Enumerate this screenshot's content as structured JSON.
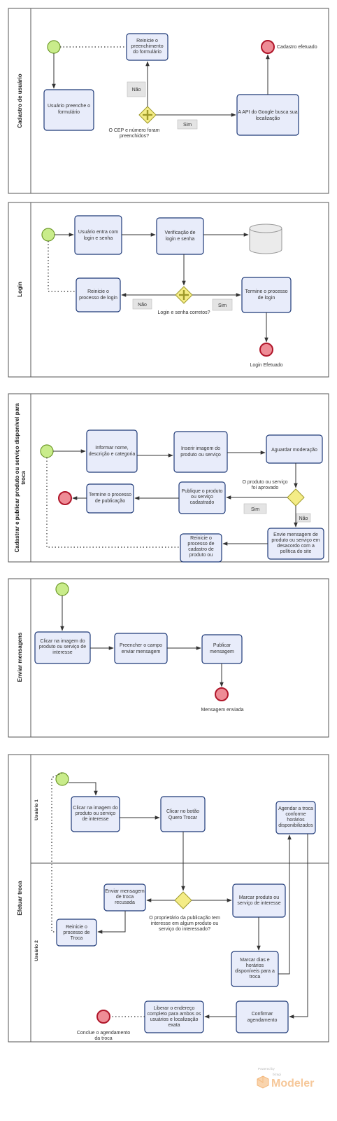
{
  "colors": {
    "task_fill": "#e8ecfa",
    "task_border": "#1f3a78",
    "start_event": "#c9ec8b",
    "end_event": "#ee8c96",
    "gateway": "#f4ec86",
    "brand": "#f6c89a"
  },
  "pools": {
    "cadastro": {
      "name": "Cadastro de usuário",
      "t_reinicie": [
        "Reinicie o",
        "preenchimento",
        "do formulário"
      ],
      "t_preenche": [
        "Usuário preenche o",
        "formulário"
      ],
      "t_api": [
        "A API do Google busca sua",
        "localização"
      ],
      "gw_label": [
        "O CEP e número foram",
        "preenchidos?"
      ],
      "flag_nao": "Não",
      "flag_sim": "Sim",
      "end_label": "Cadastro efetuado"
    },
    "login": {
      "name": "Login",
      "t_entra": [
        "Usuário entra com",
        "login e senha"
      ],
      "t_verifica": [
        "Verificação de",
        "login e senha"
      ],
      "t_reinicie": [
        "Reinicie o",
        "processo de login"
      ],
      "t_termine": [
        "Termine o processo",
        "de login"
      ],
      "gw_label": "Login e senha corretos?",
      "flag_nao": "Não",
      "flag_sim": "Sim",
      "end_label": "Login Efetuado"
    },
    "publicar": {
      "name_line1": "Cadastrar e publicar produto ou serviço disponível para",
      "name_line2": "troca",
      "t_informar": [
        "Informar nome,",
        "descrição e categoria"
      ],
      "t_inserir": [
        "Inserir imagem do",
        "produto ou serviço"
      ],
      "t_aguardar": [
        "Aguardar moderação"
      ],
      "t_publique": [
        "Publique o produto",
        "ou serviço",
        "cadastrado"
      ],
      "t_termine": [
        "Termine o processo",
        "de publicação"
      ],
      "t_envie": [
        "Envie mensagem de",
        "produto ou serviço em",
        "desacordo com a",
        "política do site"
      ],
      "t_reinicie": [
        "Reinicie o",
        "processo de",
        "cadastro de",
        "produto ou"
      ],
      "gw_label": [
        "O produto ou serviço",
        "foi aprovado"
      ],
      "flag_sim": "Sim",
      "flag_nao": "Não"
    },
    "mensagens": {
      "name": "Enviar mensagens",
      "t_clicar": [
        "Clicar na imagem do",
        "produto ou serviço de",
        "interesse"
      ],
      "t_preencher": [
        "Preencher o campo",
        "enviar mensagem"
      ],
      "t_publicar": [
        "Publicar",
        "mensagem"
      ],
      "end_label": "Mensagem enviada"
    },
    "troca": {
      "name": "Efetuar troca",
      "lane1": "Usuário 1",
      "lane2": "Usuário 2",
      "t_clicar_img": [
        "Clicar na imagem do",
        "produto ou serviço",
        "de interesse"
      ],
      "t_clicar_btn": [
        "Clicar no botão",
        "Quero Trocar"
      ],
      "t_agendar": [
        "Agendar a troca",
        "conforme",
        "horários",
        "disponibilizados"
      ],
      "t_envie_recusa": [
        "Enviar mensagem",
        "de troca",
        "recusada"
      ],
      "t_marcar_prod": [
        "Marcar produto ou",
        "serviço de interesse"
      ],
      "t_reinicie": [
        "Reinicie o",
        "processo de",
        "Troca"
      ],
      "t_marcar_dias": [
        "Marcar dias e",
        "horários",
        "disponíveis para a",
        "troca"
      ],
      "t_confirmar": [
        "Confirmar",
        "agendamento"
      ],
      "t_liberar": [
        "Liberar o endereço",
        "completo para ambos os",
        "usuários e localização",
        "exata"
      ],
      "gw_label": [
        "O proprietário da publicação tem",
        "interesse em algum produto ou",
        "serviço do interessado?"
      ],
      "end_label": [
        "Conclue o agendamento",
        "da troca"
      ]
    }
  },
  "brand": {
    "powered": "Powered by",
    "company": "bizagi",
    "product": "Modeler"
  }
}
